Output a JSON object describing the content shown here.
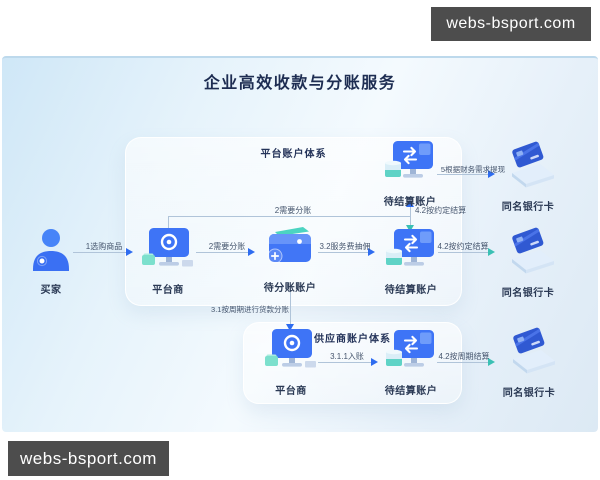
{
  "watermarks": {
    "top": "webs-bsport.com",
    "bottom": "webs-bsport.com"
  },
  "title": "企业高效收款与分账服务",
  "groups": {
    "platform": {
      "label": "平台账户体系"
    },
    "supplier": {
      "label": "供应商账户体系"
    }
  },
  "nodes": {
    "buyer": {
      "label": "买家"
    },
    "platform_merchant": {
      "label": "平台商"
    },
    "pending_split_account": {
      "label": "待分账账户"
    },
    "pending_settlement_top": {
      "label": "待结算账户"
    },
    "pending_settlement_mid": {
      "label": "待结算账户"
    },
    "pending_settlement_bottom": {
      "label": "待结算账户"
    },
    "supplier_merchant": {
      "label": "平台商"
    },
    "bank_card_top": {
      "label": "同名银行卡"
    },
    "bank_card_mid": {
      "label": "同名银行卡"
    },
    "bank_card_bottom": {
      "label": "同名银行卡"
    }
  },
  "edges": {
    "select_goods": {
      "label": "1选购商品"
    },
    "need_split": {
      "label": "2需要分账"
    },
    "need_split_top": {
      "label": "2需要分账"
    },
    "service_fee": {
      "label": "3.2服务费抽佣"
    },
    "settle_agreed_vertical": {
      "label": "4.2按约定结算"
    },
    "settle_agreed_mid": {
      "label": "4.2按约定结算"
    },
    "withdraw_finance": {
      "label": "5根据财务需求提现"
    },
    "split_by_cycle": {
      "label": "3.1按周期进行货款分账"
    },
    "credit_entry": {
      "label": "3.1.1入账"
    },
    "settle_by_cycle": {
      "label": "4.2按周期结算"
    }
  },
  "colors": {
    "arrow_blue": "#2e6cf0",
    "arrow_teal": "#3ac0b4",
    "icon_blue": "#3e74f6",
    "icon_teal": "#5bd6c5",
    "panel_blue": "#dcedf8",
    "watermark_bg": "#4d4d4d",
    "title_text": "#1d2d52"
  }
}
